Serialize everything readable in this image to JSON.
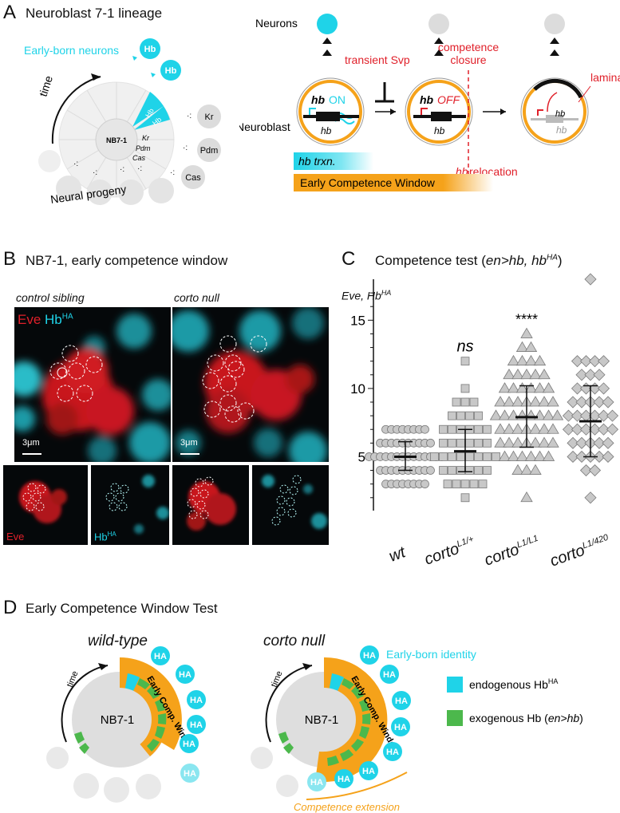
{
  "panelA": {
    "letter": "A",
    "title": "Neuroblast 7-1 lineage",
    "early_born": "Early-born neurons",
    "nb_label": "NB7-1",
    "time_label": "time",
    "progeny_label": "Neural progeny",
    "wedge_labels": [
      "Hb",
      "Hb",
      "Kr",
      "Pdm",
      "Cas"
    ],
    "neuron_circles": [
      "Hb",
      "Hb",
      "Kr",
      "Pdm",
      "Cas"
    ],
    "neurons_label": "Neurons",
    "neuroblast_label": "Neuroblast",
    "transient_svp": "transient Svp",
    "competence_closure": "competence\nclosure",
    "hb_on_a": "hb",
    "hb_on_b": "ON",
    "hb_off_a": "hb",
    "hb_off_b": "OFF",
    "hb_gene": "hb",
    "lamina": "lamina",
    "hb_relocation_a": "hb",
    "hb_relocation_b": " relocation",
    "hb_trxn": "hb trxn.",
    "early_window": "Early Competence Window"
  },
  "panelB": {
    "letter": "B",
    "title": "NB7-1, early competence window",
    "control": "control sibling",
    "corto": "corto null",
    "eve": "Eve",
    "hb": "Hb",
    "hb_sup": "HA",
    "scale": "3μm"
  },
  "panelC": {
    "letter": "C",
    "title_pre": "Competence test (",
    "title_it": "en>hb, hb",
    "title_sup": "HA",
    "title_post": ")",
    "ylabel": "Eve, Hb",
    "ylabel_sup": "HA",
    "ns": "ns",
    "stars": [
      "****",
      "****"
    ],
    "groups": [
      "wt",
      "corto",
      "corto",
      "corto"
    ],
    "group_sups": [
      "",
      "L1/+",
      "L1/L1",
      "L1/420"
    ],
    "yticks": [
      "0",
      "5",
      "10",
      "15"
    ]
  },
  "chart_data": {
    "type": "scatter",
    "title": "Competence test (en>hb, hbHA)",
    "ylabel": "Eve, HbHA",
    "ylim": [
      0,
      18
    ],
    "categories": [
      "wt",
      "corto L1/+",
      "corto L1/L1",
      "corto L1/420"
    ],
    "series": [
      {
        "name": "wt",
        "mean": 5.0,
        "sd_low": 4.0,
        "sd_high": 6.1,
        "values": [
          3,
          3,
          3,
          3,
          3,
          3,
          3,
          3,
          4,
          4,
          4,
          4,
          4,
          4,
          4,
          4,
          4,
          4,
          5,
          5,
          5,
          5,
          5,
          5,
          5,
          5,
          5,
          5,
          5,
          5,
          5,
          5,
          6,
          6,
          6,
          6,
          6,
          6,
          6,
          6,
          6,
          6,
          7,
          7,
          7,
          7,
          7,
          7,
          7,
          7
        ]
      },
      {
        "name": "corto L1/+",
        "mean": 5.4,
        "sd_low": 3.9,
        "sd_high": 7.0,
        "values": [
          2,
          3,
          3,
          3,
          3,
          3,
          4,
          4,
          4,
          4,
          4,
          4,
          5,
          5,
          5,
          5,
          5,
          5,
          5,
          5,
          6,
          6,
          6,
          6,
          6,
          6,
          7,
          7,
          7,
          7,
          7,
          7,
          8,
          8,
          8,
          8,
          9,
          9,
          9,
          10,
          12
        ]
      },
      {
        "name": "corto L1/L1",
        "mean": 7.9,
        "sd_low": 5.7,
        "sd_high": 10.2,
        "values": [
          2,
          4,
          4,
          4,
          5,
          5,
          5,
          5,
          5,
          5,
          6,
          6,
          6,
          6,
          6,
          6,
          6,
          7,
          7,
          7,
          7,
          7,
          7,
          7,
          8,
          8,
          8,
          8,
          8,
          8,
          8,
          8,
          9,
          9,
          9,
          9,
          9,
          9,
          9,
          10,
          10,
          10,
          10,
          10,
          10,
          11,
          11,
          11,
          11,
          11,
          12,
          12,
          12,
          12,
          13,
          13,
          14
        ]
      },
      {
        "name": "corto L1/420",
        "mean": 7.6,
        "sd_low": 5.0,
        "sd_high": 10.2,
        "values": [
          2,
          4,
          4,
          5,
          5,
          5,
          5,
          5,
          6,
          6,
          6,
          6,
          6,
          7,
          7,
          7,
          7,
          7,
          7,
          8,
          8,
          8,
          8,
          8,
          8,
          9,
          9,
          9,
          9,
          9,
          10,
          10,
          10,
          10,
          11,
          11,
          11,
          12,
          12,
          12,
          12,
          18
        ]
      }
    ],
    "annotations": [
      "ns",
      "****",
      "****"
    ]
  },
  "panelD": {
    "letter": "D",
    "title": "Early Competence Window Test",
    "wildtype": "wild-type",
    "corto": "corto null",
    "nb": "NB7-1",
    "time": "time",
    "ha": "HA",
    "early_comp": "Early Comp. Window",
    "early_identity": "Early-born identity",
    "legend_endo": "endogenous Hb",
    "legend_endo_sup": "HA",
    "legend_exo": "exogenous Hb (",
    "legend_exo_it": "en>hb",
    "legend_exo_post": ")",
    "extension": "Competence extension"
  },
  "colors": {
    "cyan": "#1fd3e8",
    "orange": "#f5a21a",
    "green": "#4cb84c",
    "red": "#e0202a",
    "grey": "#d9d9d9"
  }
}
